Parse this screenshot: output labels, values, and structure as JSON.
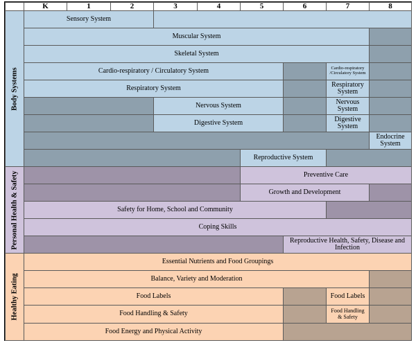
{
  "grades": [
    "K",
    "1",
    "2",
    "3",
    "4",
    "5",
    "6",
    "7",
    "8"
  ],
  "sections": {
    "body_systems": "Body Systems",
    "personal_health": "Personal Health & Safety",
    "healthy_eating": "Healthy Eating"
  },
  "body": {
    "sensory": "Sensory System",
    "muscular": "Muscular System",
    "skeletal": "Skeletal System",
    "cardio": "Cardio-respiratory / Circulatory System",
    "cardio_g7": "Cardio-respiratory /Circulatory System",
    "respiratory": "Respiratory System",
    "respiratory_g7": "Respiratory System",
    "nervous": "Nervous System",
    "nervous_g7": "Nervous System",
    "digestive": "Digestive System",
    "digestive_g7": "Digestive System",
    "endocrine": "Endocrine System",
    "reproductive": "Reproductive System"
  },
  "personal": {
    "preventive": "Preventive Care",
    "growth": "Growth and Development",
    "safety": "Safety for Home, School and Community",
    "coping": "Coping Skills",
    "repro_health": "Reproductive Health, Safety, Disease and Infection"
  },
  "eating": {
    "nutrients": "Essential Nutrients and Food Groupings",
    "balance": "Balance, Variety and Moderation",
    "labels": "Food Labels",
    "labels_g7": "Food Labels",
    "handling": "Food Handling & Safety",
    "handling_g7": "Food Handling & Safety",
    "energy": "Food Energy and Physical Activity"
  },
  "colors": {
    "body_systems": "#bcd4e6",
    "body_gray": "#8ea0ad",
    "personal_health": "#cfc3dc",
    "personal_gray": "#9e93a8",
    "healthy_eating": "#fcd3b3",
    "eating_gray": "#b8a391"
  }
}
